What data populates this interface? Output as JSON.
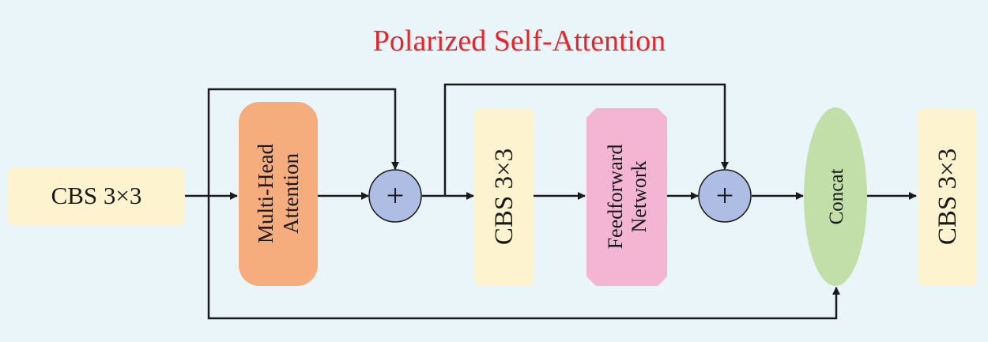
{
  "title": "Polarized Self-Attention",
  "blocks": {
    "cbs_input": "CBS 3×3",
    "mha_line1": "Multi-Head",
    "mha_line2": "Attention",
    "plus_1": "+",
    "cbs_mid": "CBS 3×3",
    "ffn_line1": "Feedforward",
    "ffn_line2": "Network",
    "plus_2": "+",
    "concat": "Concat",
    "cbs_output": "CBS 3×3"
  },
  "colors": {
    "panel": "#eaf5fa",
    "title": "#e3262b",
    "cbs": "#fdf4cf",
    "mha": "#f5ad7d",
    "ffn": "#f3b5d3",
    "plus": "#aebde3",
    "concat": "#c2dfa9",
    "line": "#1a1a1a"
  }
}
